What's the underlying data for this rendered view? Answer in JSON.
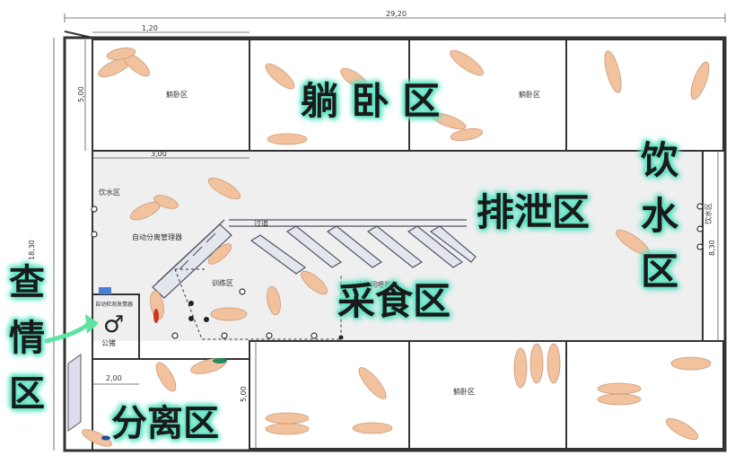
{
  "dimensions": {
    "total_width": "29,20",
    "entry_width": "1,20",
    "pen_depth_top": "5,00",
    "pen_width_mid": "3,00",
    "total_height": "18,30",
    "right_height": "8,30",
    "left_bottom_width": "2,00",
    "pen_depth_bottom": "5,00"
  },
  "small_labels": {
    "lying_top_1": "躺卧区",
    "lying_top_2": "躺卧区",
    "lying_bottom": "躺卧区",
    "drinking_left": "饮水区",
    "drinking_right": "饮水区",
    "auto_sort_manager": "自动分离管理器",
    "passage": "过道",
    "training_area": "训练区",
    "auto_heat_detector": "自动检测发情器",
    "boar": "公猪",
    "feeder_unit": "单位饲喂器"
  },
  "big_labels": {
    "lying": "躺 卧 区",
    "excretion": "排泄区",
    "drinking": [
      "饮",
      "水",
      "区"
    ],
    "feeding": "采食区",
    "heat_check": [
      "查",
      "情",
      "区"
    ],
    "separation": "分离区"
  },
  "symbols": {
    "male": "♂"
  },
  "colors": {
    "label_glow": "#5fe3c4",
    "pig_fill": "#f2c29e",
    "arrow": "#5fe3a0",
    "walls": "#333333",
    "floor": "#efefef"
  }
}
